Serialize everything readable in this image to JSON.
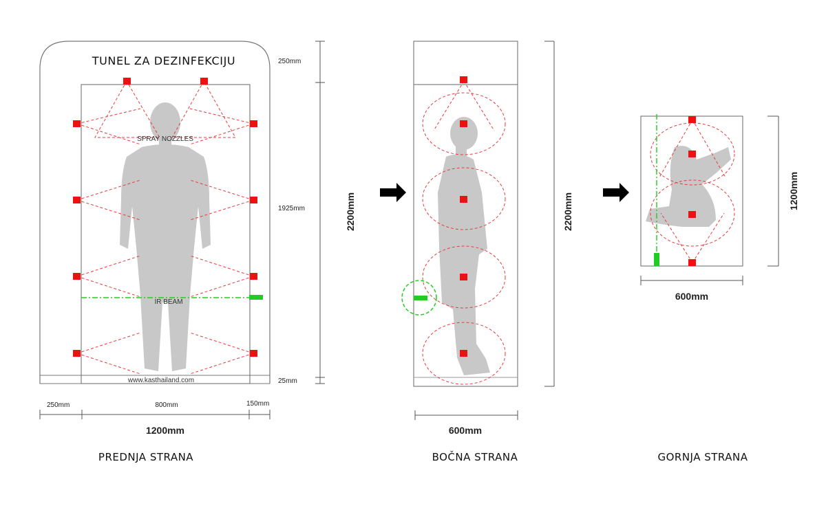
{
  "title": "TUNEL ZA DEZINFEKCIJU",
  "front": {
    "spray_label": "SPRAY NOZZLES",
    "ir_label": "IR BEAM",
    "website": "www.kasthailand.com",
    "dim_top": "250mm",
    "dim_middle": "1925mm",
    "dim_bottom": "25mm",
    "dim_height": "2200mm",
    "dim_left": "250mm",
    "dim_center": "800mm",
    "dim_right": "150mm",
    "dim_width": "1200mm",
    "caption": "PREDNJA STRANA"
  },
  "side": {
    "dim_height": "2200mm",
    "dim_width": "600mm",
    "caption": "BOČNA STRANA"
  },
  "top": {
    "dim_height": "1200mm",
    "dim_width": "600mm",
    "caption": "GORNJA STRANA"
  },
  "colors": {
    "nozzle": "#ee1111",
    "spray": "#e63a3a",
    "ir": "#22cc22",
    "silhouette": "#c8c8c8",
    "outline": "#555555"
  }
}
